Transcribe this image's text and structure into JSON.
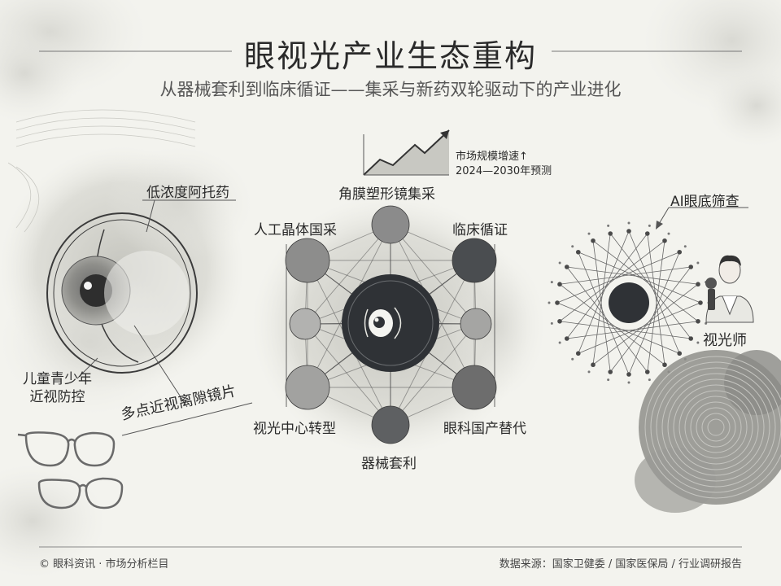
{
  "title": "眼视光产业生态重构",
  "subtitle": "从器械套利到临床循证——集采与新药双轮驱动下的产业进化",
  "left": {
    "label_atropine": "低浓度阿托药",
    "label_myopia_line1": "儿童青少年",
    "label_myopia_line2": "近视防控",
    "label_lens": "多点近视离隙镜片"
  },
  "network": {
    "nodes": [
      {
        "label": "角膜塑形镜集采"
      },
      {
        "label": "临床循证"
      },
      {
        "label": "眼科国产替代"
      },
      {
        "label": "器械套利"
      },
      {
        "label": "视光中心转型"
      },
      {
        "label": "人工晶体国采"
      }
    ]
  },
  "market": {
    "label_line1": "市场规模增速↑",
    "label_line2": "2024—2030年预测"
  },
  "right": {
    "label_ai": "AI眼底筛查",
    "label_optometrist": "视光师"
  },
  "footer": {
    "left": "© 眼科资讯 · 市场分析栏目",
    "right": "数据来源：国家卫健委 / 国家医保局 / 行业调研报告"
  }
}
